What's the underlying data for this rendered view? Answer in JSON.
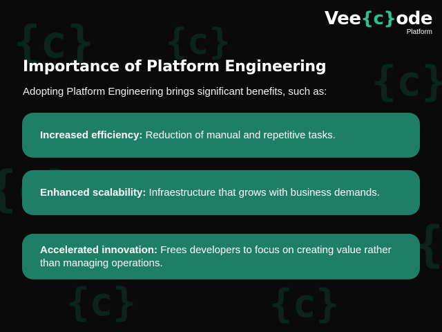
{
  "logo": {
    "prefix": "Vee",
    "accent": "{c}",
    "suffix": "ode",
    "sub": "Platform"
  },
  "title": "Importance of Platform Engineering",
  "subtitle": "Adopting Platform Engineering brings significant benefits, such as:",
  "benefits": [
    {
      "term": "Increased efficiency:",
      "text": " Reduction of manual and repetitive tasks."
    },
    {
      "term": "Enhanced scalability:",
      "text": " Infraestructure that grows with business demands."
    },
    {
      "term": "Accelerated innovation:",
      "text": " Frees developers to focus on creating value rather than managing operations."
    }
  ],
  "background_glyph": "{c}",
  "colors": {
    "background": "#0a0a0a",
    "card": "#1e7f66",
    "accent": "#2fbf8f",
    "glyph": "#0f3a2e"
  }
}
